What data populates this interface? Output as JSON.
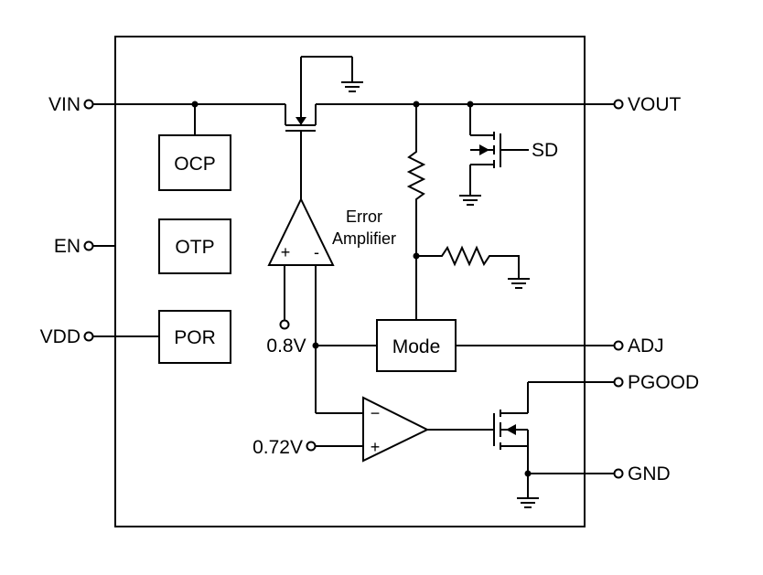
{
  "pins": {
    "vin": "VIN",
    "en": "EN",
    "vdd": "VDD",
    "vout": "VOUT",
    "adj": "ADJ",
    "pgood": "PGOOD",
    "gnd": "GND",
    "sd": "SD"
  },
  "blocks": {
    "ocp": "OCP",
    "otp": "OTP",
    "por": "POR",
    "mode": "Mode"
  },
  "error_amp": {
    "line1": "Error",
    "line2": "Amplifier",
    "plus": "+",
    "minus": "-"
  },
  "comparator": {
    "plus": "+",
    "minus": "−"
  },
  "references": {
    "vref_amp": "0.8V",
    "vref_comp": "0.72V"
  }
}
